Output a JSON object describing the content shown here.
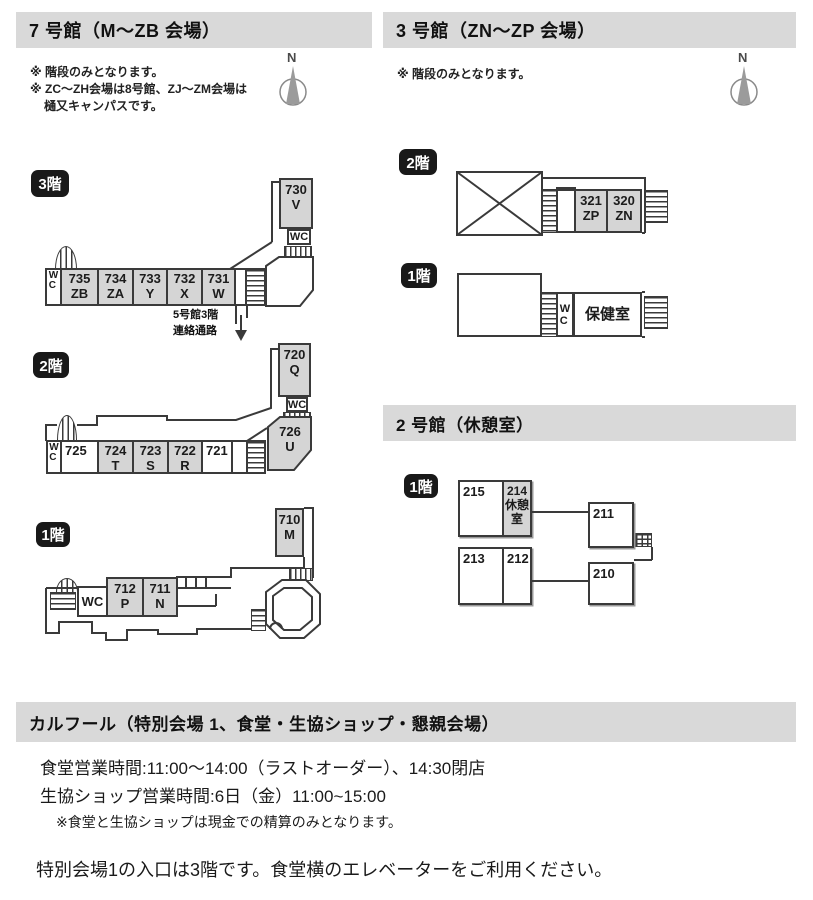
{
  "colors": {
    "line": "#3a3a3a",
    "room_fill": "#d5d5d5",
    "header_bar_bg": "#d9d9d9",
    "badge_bg": "#191919",
    "compass_needle": "#9b9b9b"
  },
  "common": {
    "north": "N",
    "wc": "WC",
    "w": "W",
    "c": "C"
  },
  "building7": {
    "title": "7 号館（M～ZB 会場）",
    "note1": "※ 階段のみとなります。",
    "note2": "※ ZC～ZH会場は8号館、ZJ～ZM会場は",
    "note3": "樋又キャンパスです。",
    "f3": {
      "badge": "3階",
      "rooms": [
        {
          "num": "735",
          "letter": "ZB"
        },
        {
          "num": "734",
          "letter": "ZA"
        },
        {
          "num": "733",
          "letter": "Y"
        },
        {
          "num": "732",
          "letter": "X"
        },
        {
          "num": "731",
          "letter": "W"
        }
      ],
      "room_v": {
        "num": "730",
        "letter": "V"
      },
      "passage1": "5号館3階",
      "passage2": "連絡通路"
    },
    "f2": {
      "badge": "2階",
      "rooms": [
        {
          "num": "725",
          "letter": ""
        },
        {
          "num": "724",
          "letter": "T"
        },
        {
          "num": "723",
          "letter": "S"
        },
        {
          "num": "722",
          "letter": "R"
        },
        {
          "num": "721",
          "letter": ""
        }
      ],
      "room_q": {
        "num": "720",
        "letter": "Q"
      },
      "room_u": {
        "num": "726",
        "letter": "U"
      }
    },
    "f1": {
      "badge": "1階",
      "rooms": [
        {
          "num": "712",
          "letter": "P"
        },
        {
          "num": "711",
          "letter": "N"
        }
      ],
      "room_m": {
        "num": "710",
        "letter": "M"
      }
    }
  },
  "building3": {
    "title": "3 号館（ZN～ZP 会場）",
    "note1": "※ 階段のみとなります。",
    "f2": {
      "badge": "2階",
      "rooms": [
        {
          "num": "321",
          "letter": "ZP"
        },
        {
          "num": "320",
          "letter": "ZN"
        }
      ]
    },
    "f1": {
      "badge": "1階",
      "health_room": "保健室"
    }
  },
  "building2": {
    "title": "2 号館（休憩室）",
    "f1": {
      "badge": "1階",
      "r215": "215",
      "r214_num": "214",
      "r214_name1": "休憩",
      "r214_name2": "室",
      "r213": "213",
      "r212": "212",
      "r211": "211",
      "r210": "210"
    }
  },
  "carrefour": {
    "title": "カルフール（特別会場 1、食堂・生協ショップ・懇親会場）",
    "hours1": "食堂営業時間:11:00～14:00（ラストオーダー）、14:30閉店",
    "hours2": "生協ショップ営業時間:6日（金）11:00~15:00",
    "note": "※食堂と生協ショップは現金での精算のみとなります。",
    "footer": "特別会場1の入口は3階です。食堂横のエレベーターをご利用ください。"
  }
}
